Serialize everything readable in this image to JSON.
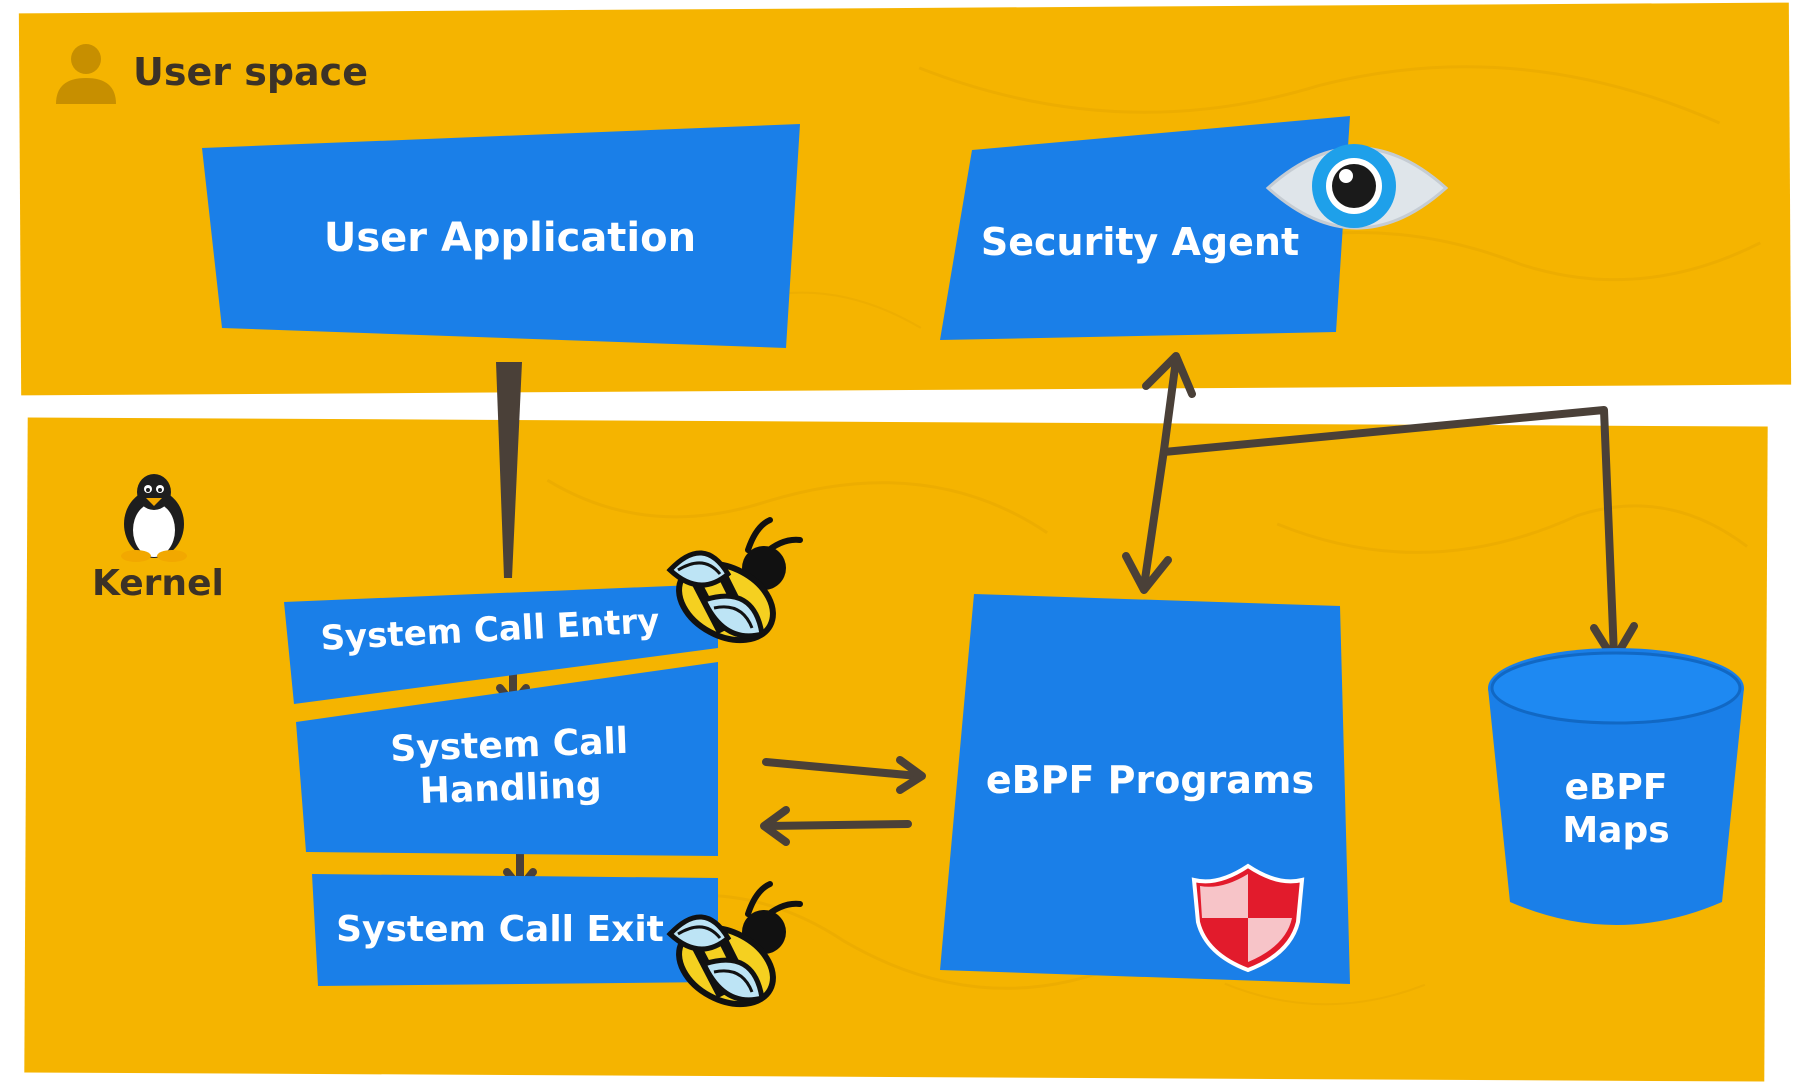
{
  "layers": {
    "user": {
      "title": "User space",
      "icon": "user-icon"
    },
    "kernel": {
      "title": "Kernel",
      "icon": "linux-penguin-icon"
    }
  },
  "nodes": {
    "user_application": "User Application",
    "security_agent": "Security Agent",
    "syscall_entry": "System Call Entry",
    "syscall_handling_line1": "System Call",
    "syscall_handling_line2": "Handling",
    "syscall_exit": "System Call Exit",
    "ebpf_programs": "eBPF Programs",
    "ebpf_maps_line1": "eBPF",
    "ebpf_maps_line2": "Maps"
  },
  "icons": {
    "eye": "eye-icon",
    "bee_entry": "bee-icon",
    "bee_exit": "bee-icon",
    "shield": "shield-icon"
  },
  "colors": {
    "background": "#f5b400",
    "box": "#1a7fe8",
    "arrow": "#4a4038",
    "title_text": "#3c3227",
    "label_text": "#ffffff"
  }
}
